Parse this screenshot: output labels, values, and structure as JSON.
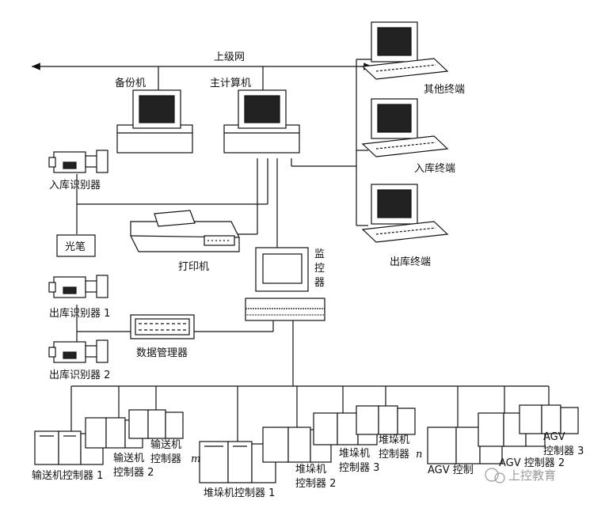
{
  "network": {
    "upper_network": "上级网"
  },
  "computers": {
    "backup": "备份机",
    "main": "主计算机"
  },
  "terminals": {
    "other": "其他终端",
    "inbound": "入库终端",
    "outbound": "出库终端"
  },
  "devices": {
    "inbound_identifier": "入库识别器",
    "light_pen": "光笔",
    "printer": "打印机",
    "monitor": [
      "监",
      "控",
      "器"
    ],
    "outbound_identifier_1": "出库识别器 1",
    "outbound_identifier_2": "出库识别器 2",
    "data_manager": "数据管理器"
  },
  "controllers": {
    "conveyor_1": "输送机控制器 1",
    "conveyor_2": [
      "输送机",
      "控制器 2"
    ],
    "conveyor_m": [
      "输送机",
      "控制器",
      "m"
    ],
    "stacker_1": "堆垛机控制器 1",
    "stacker_2": [
      "堆垛机",
      "控制器 2"
    ],
    "stacker_3": [
      "堆垛机",
      "控制器 3"
    ],
    "stacker_n": [
      "堆垛机",
      "控制器",
      "n"
    ],
    "agv_1": "AGV 控制",
    "agv_2": "AGV 控制器 2",
    "agv_3": [
      "AGV",
      "控制器 3"
    ]
  },
  "watermark": "上控教育",
  "colors": {
    "line": "#111111",
    "screen": "#222222",
    "fill": "#ffffff"
  }
}
